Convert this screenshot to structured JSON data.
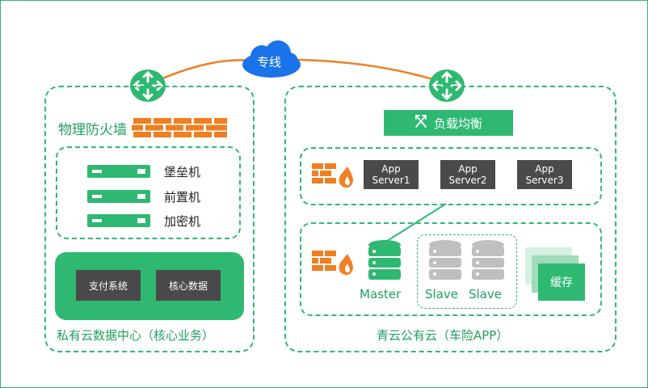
{
  "cloud_link_label": "专线",
  "private_cloud": {
    "firewall_label": "物理防火墙",
    "servers": [
      "堡垒机",
      "前置机",
      "加密机"
    ],
    "core_systems": [
      "支付系统",
      "核心数据"
    ],
    "caption": "私有云数据中心（核心业务）"
  },
  "public_cloud": {
    "load_balancer_label": "负载均衡",
    "app_servers": [
      {
        "line1": "App",
        "line2": "Server1"
      },
      {
        "line1": "App",
        "line2": "Server2"
      },
      {
        "line1": "App",
        "line2": "Server3"
      }
    ],
    "master_label": "Master",
    "slave_labels": [
      "Slave",
      "Slave"
    ],
    "cache_label": "缓存",
    "caption": "青云公有云（车险APP）"
  },
  "colors": {
    "green": "#2eb872",
    "orange": "#f07f22",
    "dark": "#4a4a4a"
  },
  "icons": [
    "cloud-icon",
    "router-icon",
    "firewall-icon",
    "server-icon",
    "database-icon",
    "load-balancer-icon"
  ]
}
